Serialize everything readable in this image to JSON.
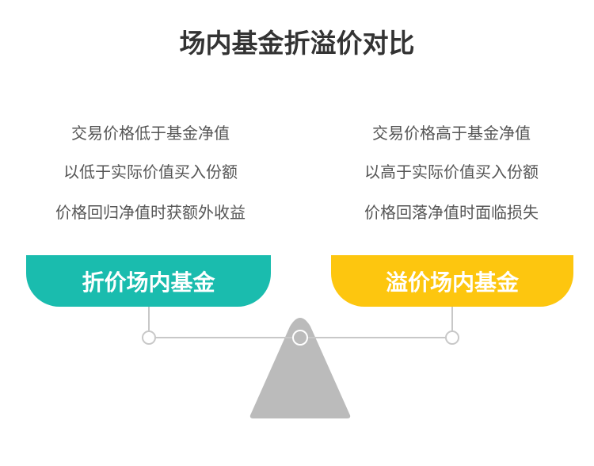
{
  "title": "场内基金折溢价对比",
  "left": {
    "lines": [
      "交易价格低于基金净值",
      "以低于实际价值买入份额",
      "价格回归净值时获额外收益"
    ],
    "label": "折价场内基金",
    "color": "#1ABCAE"
  },
  "right": {
    "lines": [
      "交易价格高于基金净值",
      "以高于实际价值买入份额",
      "价格回落净值时面临损失"
    ],
    "label": "溢价场内基金",
    "color": "#FDC60F"
  }
}
